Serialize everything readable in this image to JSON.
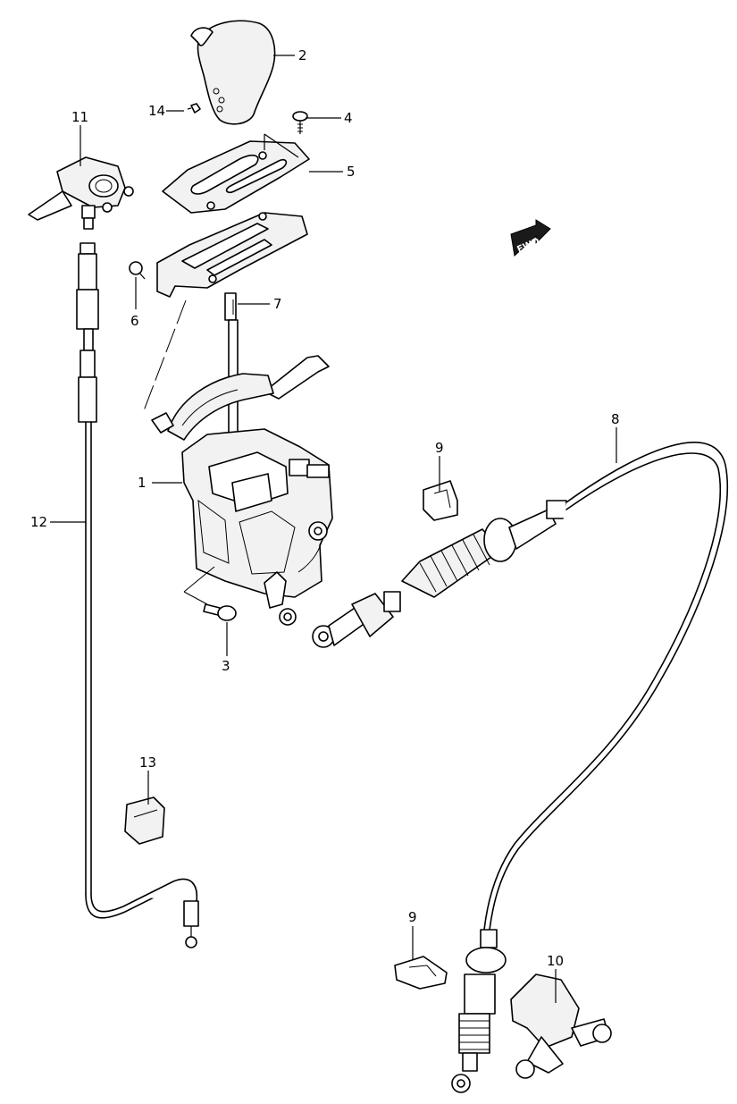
{
  "callouts": [
    {
      "id": "1",
      "label": "1"
    },
    {
      "id": "2",
      "label": "2"
    },
    {
      "id": "3",
      "label": "3"
    },
    {
      "id": "4",
      "label": "4"
    },
    {
      "id": "5",
      "label": "5"
    },
    {
      "id": "6",
      "label": "6"
    },
    {
      "id": "7",
      "label": "7"
    },
    {
      "id": "8",
      "label": "8"
    },
    {
      "id": "9a",
      "label": "9"
    },
    {
      "id": "9b",
      "label": "9"
    },
    {
      "id": "10",
      "label": "10"
    },
    {
      "id": "11",
      "label": "11"
    },
    {
      "id": "12",
      "label": "12"
    },
    {
      "id": "13",
      "label": "13"
    },
    {
      "id": "14",
      "label": "14"
    }
  ],
  "direction_badge": {
    "text": "FWD"
  }
}
